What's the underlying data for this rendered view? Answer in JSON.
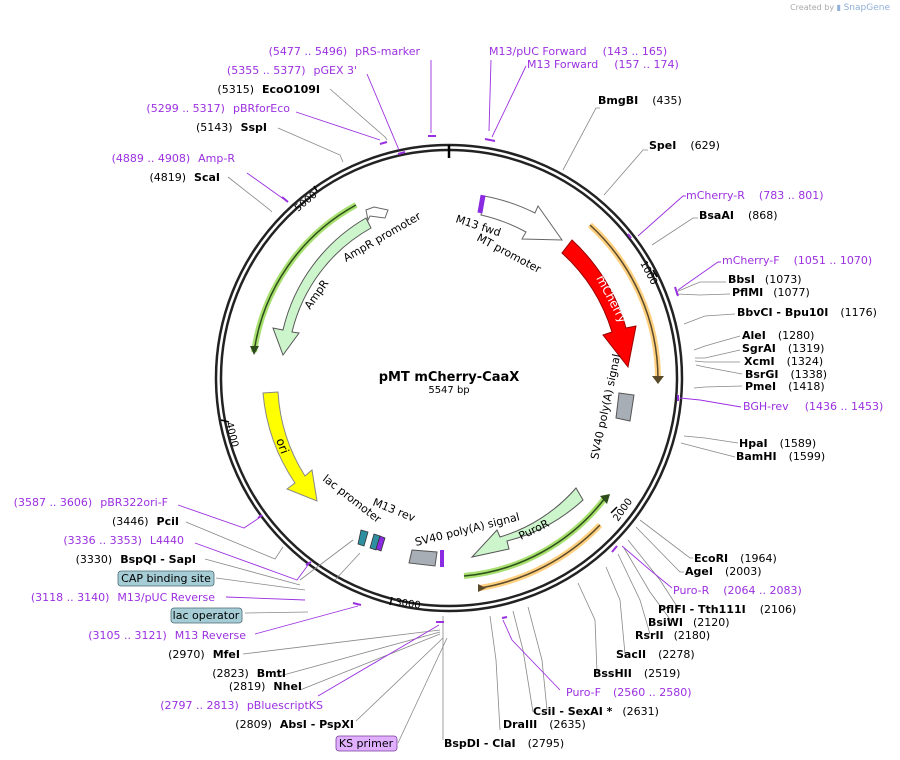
{
  "credit": {
    "prefix": "Created by",
    "brand": "SnapGene"
  },
  "map": {
    "title": "pMT mCherry-CaaX",
    "length_label": "5547 bp",
    "total_bp": 5547,
    "ticks": [
      {
        "label": "1000",
        "bp": 1000
      },
      {
        "label": "2000",
        "bp": 2000
      },
      {
        "label": "3000",
        "bp": 3000
      },
      {
        "label": "4000",
        "bp": 4000
      },
      {
        "label": "5000",
        "bp": 5000
      }
    ]
  },
  "colors": {
    "enzyme": "#000000",
    "primer": "#9b30e0",
    "mcherry": "#ff0000",
    "ori": "#ffff00",
    "ampr": "#ccf5cc",
    "puror": "#ccf5cc",
    "polyA": "#a8aeb5",
    "orf_green": "#a8e070",
    "orf_orange": "#ffd080",
    "lac": "#2e8fa0"
  },
  "features": {
    "mt_promoter": "MT promoter",
    "m13_fwd": "M13 fwd",
    "mcherry": "mCherry",
    "sv40_polyA_right": "SV40 poly(A) signal",
    "puror": "PuroR",
    "sv40_polyA_bottom": "SV40 poly(A) signal",
    "m13_rev": "M13 rev",
    "lac_promoter": "lac promoter",
    "ori": "ori",
    "ampr": "AmpR",
    "ampr_promoter": "AmpR promoter"
  },
  "right_labels": [
    {
      "name": "BmgBI",
      "pos": "(435)",
      "type": "enzyme"
    },
    {
      "name": "SpeI",
      "pos": "(629)",
      "type": "enzyme"
    },
    {
      "name": "mCherry-R",
      "pos": "(783 .. 801)",
      "type": "primer"
    },
    {
      "name": "BsaAI",
      "pos": "(868)",
      "type": "enzyme"
    },
    {
      "name": "mCherry-F",
      "pos": "(1051 .. 1070)",
      "type": "primer"
    },
    {
      "name": "BbsI",
      "pos": "(1073)",
      "type": "enzyme"
    },
    {
      "name": "PflMI",
      "pos": "(1077)",
      "type": "enzyme"
    },
    {
      "name": "BbvCI - Bpu10I",
      "pos": "(1176)",
      "type": "enzyme"
    },
    {
      "name": "AleI",
      "pos": "(1280)",
      "type": "enzyme"
    },
    {
      "name": "SgrAI",
      "pos": "(1319)",
      "type": "enzyme"
    },
    {
      "name": "XcmI",
      "pos": "(1324)",
      "type": "enzyme"
    },
    {
      "name": "BsrGI",
      "pos": "(1338)",
      "type": "enzyme"
    },
    {
      "name": "PmeI",
      "pos": "(1418)",
      "type": "enzyme"
    },
    {
      "name": "BGH-rev",
      "pos": "(1436 .. 1453)",
      "type": "primer"
    },
    {
      "name": "HpaI",
      "pos": "(1589)",
      "type": "enzyme"
    },
    {
      "name": "BamHI",
      "pos": "(1599)",
      "type": "enzyme"
    },
    {
      "name": "EcoRI",
      "pos": "(1964)",
      "type": "enzyme"
    },
    {
      "name": "AgeI",
      "pos": "(2003)",
      "type": "enzyme"
    },
    {
      "name": "Puro-R",
      "pos": "(2064 .. 2083)",
      "type": "primer"
    },
    {
      "name": "PflFI - Tth111I",
      "pos": "(2106)",
      "type": "enzyme"
    },
    {
      "name": "BsiWI",
      "pos": "(2120)",
      "type": "enzyme"
    },
    {
      "name": "RsrII",
      "pos": "(2180)",
      "type": "enzyme"
    },
    {
      "name": "SacII",
      "pos": "(2278)",
      "type": "enzyme"
    },
    {
      "name": "BssHII",
      "pos": "(2519)",
      "type": "enzyme"
    },
    {
      "name": "Puro-F",
      "pos": "(2560 .. 2580)",
      "type": "primer"
    },
    {
      "name": "CsiI - SexAI *",
      "pos": "(2631)",
      "type": "enzyme"
    },
    {
      "name": "DraIII",
      "pos": "(2635)",
      "type": "enzyme"
    },
    {
      "name": "BspDI - ClaI",
      "pos": "(2795)",
      "type": "enzyme"
    }
  ],
  "top_labels": [
    {
      "name": "M13/pUC Forward",
      "pos": "(143 .. 165)",
      "type": "primer"
    },
    {
      "name": "M13 Forward",
      "pos": "(157 .. 174)",
      "type": "primer"
    }
  ],
  "left_labels": [
    {
      "name": "pRS-marker",
      "pos": "(5477 .. 5496)",
      "type": "primer"
    },
    {
      "name": "pGEX 3'",
      "pos": "(5355 .. 5377)",
      "type": "primer"
    },
    {
      "name": "EcoO109I",
      "pos": "(5315)",
      "type": "enzyme"
    },
    {
      "name": "pBRforEco",
      "pos": "(5299 .. 5317)",
      "type": "primer"
    },
    {
      "name": "SspI",
      "pos": "(5143)",
      "type": "enzyme"
    },
    {
      "name": "Amp-R",
      "pos": "(4889 .. 4908)",
      "type": "primer"
    },
    {
      "name": "ScaI",
      "pos": "(4819)",
      "type": "enzyme"
    },
    {
      "name": "pBR322ori-F",
      "pos": "(3587 .. 3606)",
      "type": "primer"
    },
    {
      "name": "PciI",
      "pos": "(3446)",
      "type": "enzyme"
    },
    {
      "name": "L4440",
      "pos": "(3336 .. 3353)",
      "type": "primer"
    },
    {
      "name": "BspQI - SapI",
      "pos": "(3330)",
      "type": "enzyme"
    },
    {
      "name": "CAP binding site",
      "pos": "",
      "type": "boxed"
    },
    {
      "name": "M13/pUC Reverse",
      "pos": "(3118 .. 3140)",
      "type": "primer"
    },
    {
      "name": "lac operator",
      "pos": "",
      "type": "boxed"
    },
    {
      "name": "M13 Reverse",
      "pos": "(3105 .. 3121)",
      "type": "primer"
    },
    {
      "name": "MfeI",
      "pos": "(2970)",
      "type": "enzyme"
    },
    {
      "name": "BmtI",
      "pos": "(2823)",
      "type": "enzyme"
    },
    {
      "name": "NheI",
      "pos": "(2819)",
      "type": "enzyme"
    },
    {
      "name": "pBluescriptKS",
      "pos": "(2797 .. 2813)",
      "type": "primer"
    },
    {
      "name": "AbsI - PspXI",
      "pos": "(2809)",
      "type": "enzyme"
    },
    {
      "name": "KS primer",
      "pos": "",
      "type": "boxed-primer"
    }
  ]
}
